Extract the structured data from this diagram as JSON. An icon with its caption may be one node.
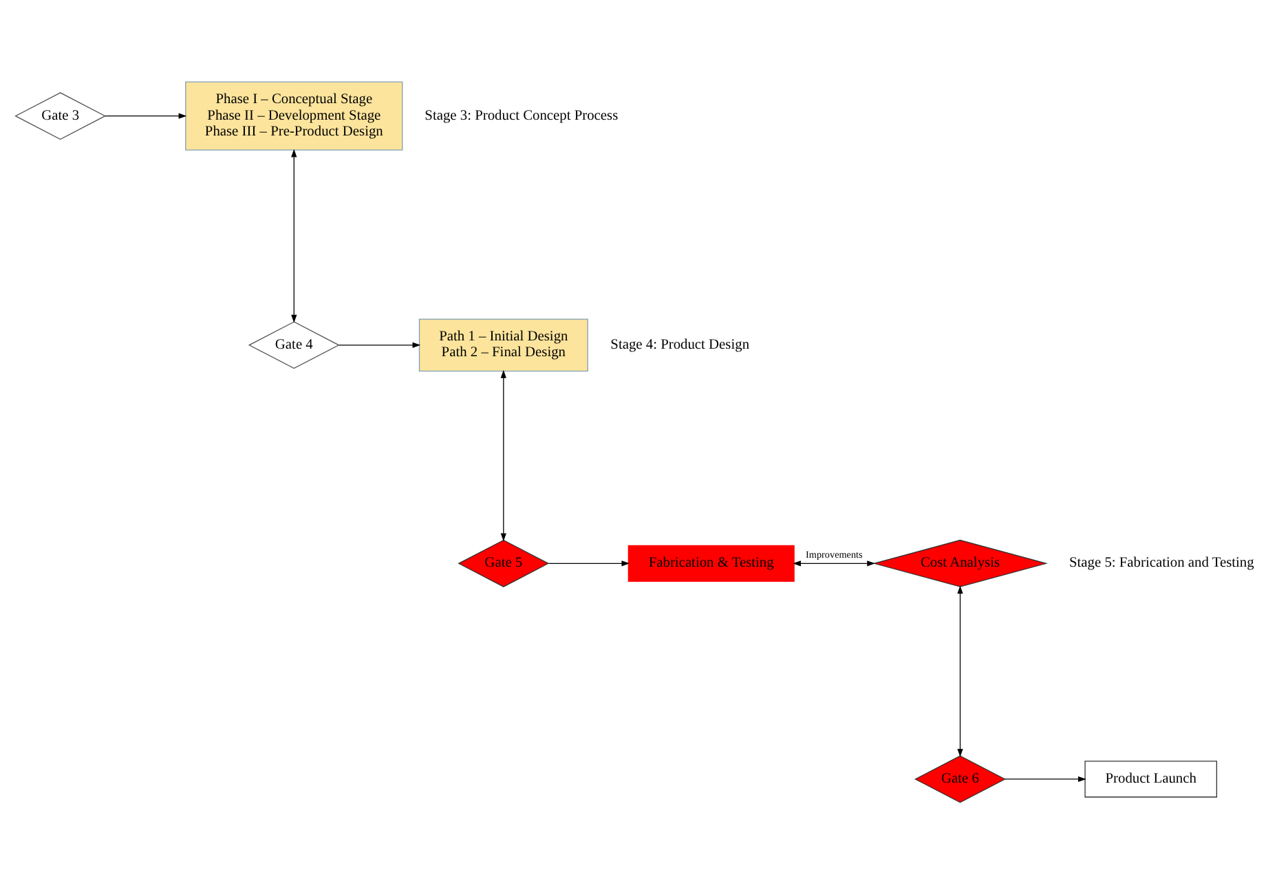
{
  "diagram": {
    "nodes": [
      {
        "text": [
          "Gate 3"
        ]
      },
      {
        "text": [
          "Phase I – Conceptual Stage",
          "Phase II – Development Stage",
          "Phase III – Pre-Product Design"
        ],
        "beside": [
          "Stage 3: Product Concept Process"
        ]
      },
      {
        "text": [
          "Gate 4"
        ]
      },
      {
        "text": [
          "Path 1 – Initial Design",
          "Path 2 – Final Design"
        ],
        "beside": [
          "Stage 4: Product Design"
        ]
      },
      {
        "text": [
          "Gate 5"
        ]
      },
      {
        "text": [
          "Fabrication & Testing"
        ]
      },
      {
        "text": [
          "Cost Analysis"
        ],
        "beside": [
          "Stage 5: Fabrication and Testing"
        ]
      },
      {
        "text": [
          "Gate 6"
        ]
      },
      {
        "text": [
          "Product Launch"
        ]
      }
    ],
    "edges": [
      {
        "from": 0,
        "to": 1,
        "arrow": "to"
      },
      {
        "from": 1,
        "to": 2,
        "arrow": "both"
      },
      {
        "from": 2,
        "to": 3,
        "arrow": "to"
      },
      {
        "from": 3,
        "to": 4,
        "arrow": "both"
      },
      {
        "from": 4,
        "to": 5,
        "arrow": "to"
      },
      {
        "from": 5,
        "to": 6,
        "arrow": "both",
        "label": "Improvements"
      },
      {
        "from": 6,
        "to": 7,
        "arrow": "both"
      },
      {
        "from": 7,
        "to": 8,
        "arrow": "to"
      }
    ]
  }
}
